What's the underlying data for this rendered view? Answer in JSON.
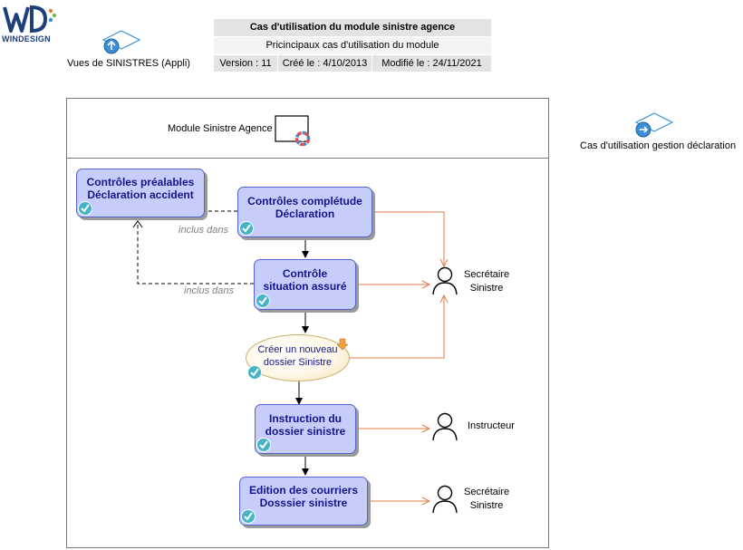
{
  "logo": {
    "text_main": "WIN",
    "text_accent": "DESIGN"
  },
  "links": [
    {
      "label": "Vues de SINISTRES (Appli)"
    },
    {
      "label": "Cas d'utilisation gestion déclaration"
    }
  ],
  "header": {
    "title": "Cas d'utilisation du module sinistre agence",
    "subtitle": "Pricincipaux cas d'utilisation du module",
    "version": "Version : 11",
    "created": "Créé le : 4/10/2013",
    "modified": "Modifié le : 24/11/2021"
  },
  "module": {
    "label": "Module Sinistre Agence"
  },
  "use_cases": [
    {
      "line1": "Contrôles préalables",
      "line2": "Déclaration accident"
    },
    {
      "line1": "Contrôles complétude",
      "line2": "Déclaration"
    },
    {
      "line1": "Contrôle",
      "line2": "situation assuré"
    },
    {
      "line1": "Créer un nouveau",
      "line2": "dossier Sinistre"
    },
    {
      "line1": "Instruction du",
      "line2": "dossier sinistre"
    },
    {
      "line1": "Edition des courriers",
      "line2": "Dosssier sinistre"
    }
  ],
  "include_labels": [
    "inclus dans",
    "inclus dans"
  ],
  "actors": [
    {
      "line1": "Secrétaire",
      "line2": "Sinistre"
    },
    {
      "line1": "Instructeur",
      "line2": ""
    },
    {
      "line1": "Secrétaire",
      "line2": "Sinistre"
    }
  ],
  "colors": {
    "use_case_fill": "#c7cdfb",
    "use_case_border": "#5663c9",
    "use_case_text": "#13158c",
    "association_line": "#e07b45",
    "include_text": "#808080"
  }
}
